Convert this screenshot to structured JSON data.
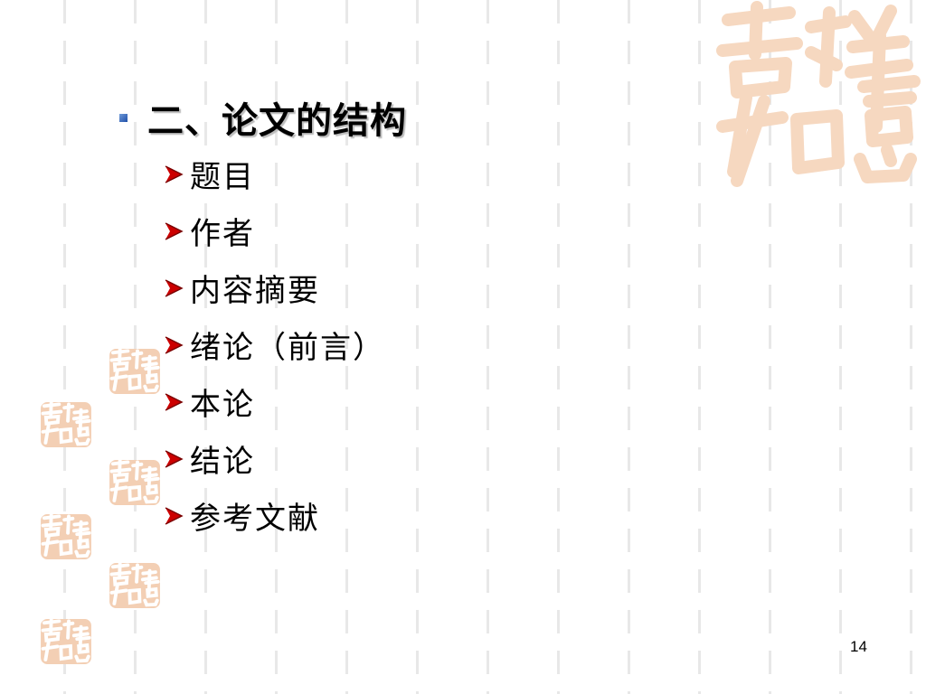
{
  "slide": {
    "heading": "二、论文的结构",
    "items": [
      "题目",
      "作者",
      "内容摘要",
      "绪论（前言）",
      "本论",
      "结论",
      "参考文献"
    ],
    "page_number": "14"
  },
  "decoration": {
    "seal_text": "吉祥如意",
    "seal_color_large": "#f6d8c0",
    "seal_color_small": "#f0c8a8"
  },
  "colors": {
    "bullet": "#2a5cb0",
    "arrow": "#cc0000",
    "text": "#000000",
    "background_stripes": "#e8e8e8"
  }
}
